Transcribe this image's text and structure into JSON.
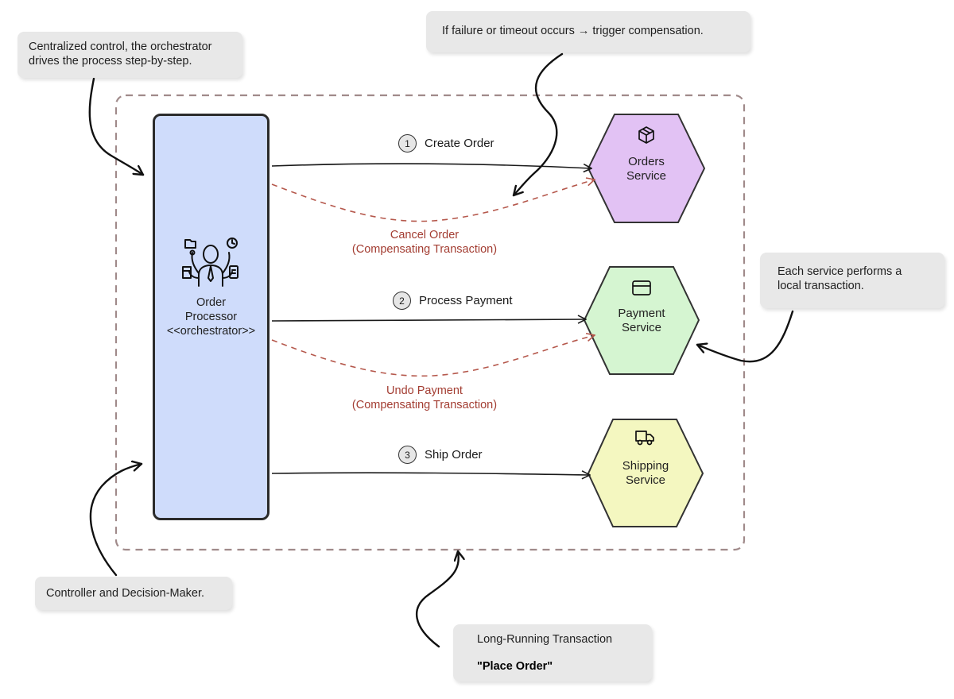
{
  "notes": {
    "top_left": "Centralized control, the orchestrator drives the process step-by-step.",
    "top": "If failure or timeout occurs → trigger compensation.",
    "right": "Each service performs a local transaction.",
    "bottom_left": "Controller and Decision-Maker.",
    "bottom_line1": "Long-Running Transaction",
    "bottom_line2": "\"Place Order\""
  },
  "orchestrator": {
    "line1": "Order",
    "line2": "Processor",
    "line3": "<<orchestrator>>",
    "icon": "multitasking-person-icon",
    "color": "#cfdcfb"
  },
  "services": [
    {
      "line1": "Orders",
      "line2": "Service",
      "icon": "box-icon",
      "color": "#e2c2f4"
    },
    {
      "line1": "Payment",
      "line2": "Service",
      "icon": "credit-card-icon",
      "color": "#d5f5d1"
    },
    {
      "line1": "Shipping",
      "line2": "Service",
      "icon": "truck-icon",
      "color": "#f4f7c0"
    }
  ],
  "steps": [
    {
      "num": "1",
      "label": "Create Order"
    },
    {
      "num": "2",
      "label": "Process Payment"
    },
    {
      "num": "3",
      "label": "Ship Order"
    }
  ],
  "compensations": [
    {
      "line1": "Cancel Order",
      "line2": "(Compensating Transaction)"
    },
    {
      "line1": "Undo Payment",
      "line2": "(Compensating Transaction)"
    }
  ],
  "colors": {
    "compensation": "#a33d32",
    "boundary": "#a08a8a"
  }
}
